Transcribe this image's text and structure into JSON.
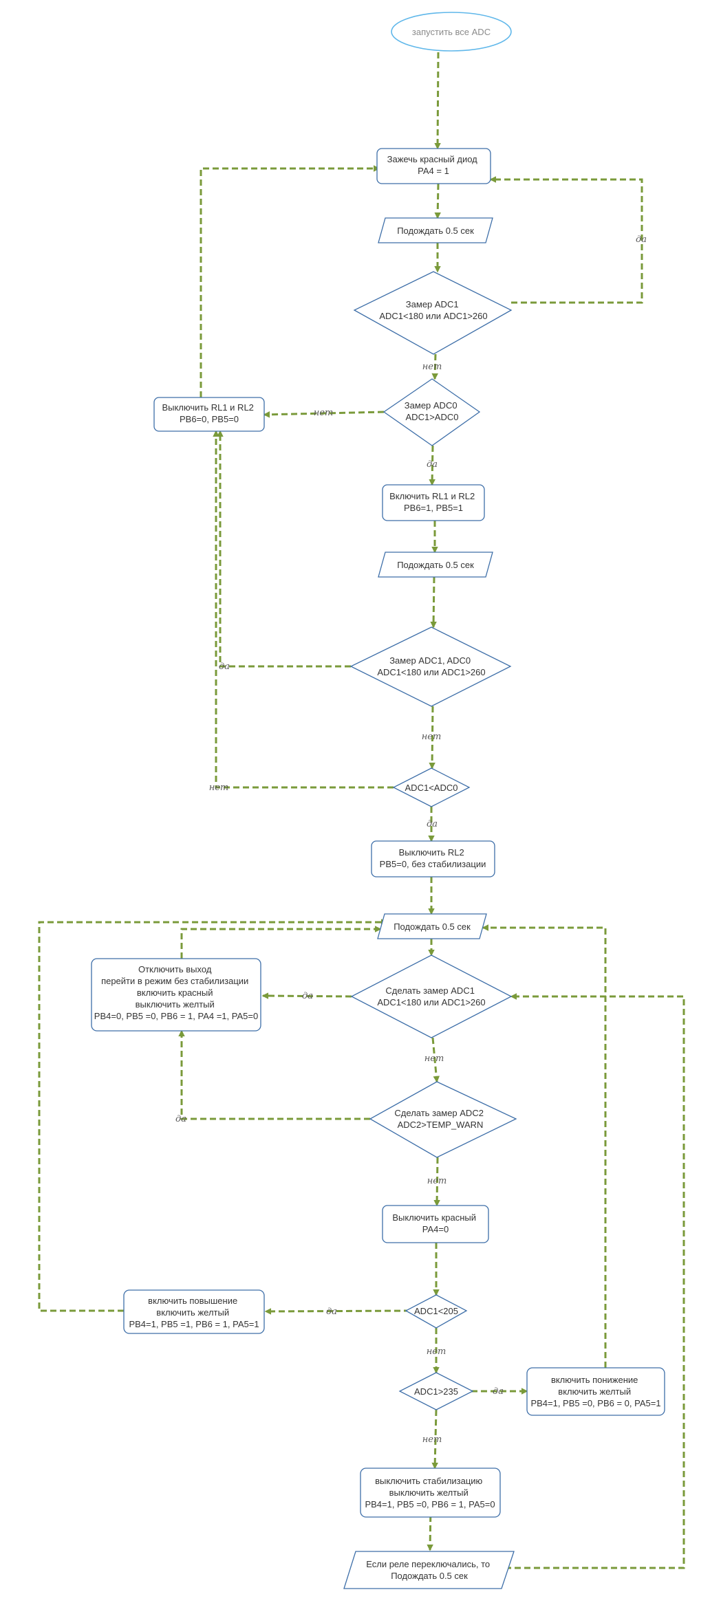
{
  "nodes": {
    "start": [
      "запустить все ADC"
    ],
    "red_on": [
      "Зажечь красный диод",
      "PA4 = 1"
    ],
    "wait1": [
      "Подождать 0.5 сек"
    ],
    "measure_adc1": [
      "Замер ADC1",
      "ADC1<180 или ADC1>260"
    ],
    "measure_adc0": [
      "Замер ADC0",
      "ADC1>ADC0"
    ],
    "rl_off": [
      "Выключить RL1 и RL2",
      "PB6=0, PB5=0"
    ],
    "rl_on": [
      "Включить RL1 и RL2",
      "PB6=1, PB5=1"
    ],
    "wait2": [
      "Подождать 0.5 сек"
    ],
    "measure_adc1_adc0": [
      "Замер ADC1, ADC0",
      "ADC1<180 или ADC1>260"
    ],
    "cmp_adc1_adc0": [
      "ADC1<ADC0"
    ],
    "rl2_off": [
      "Выключить RL2",
      "PB5=0, без стабилизации"
    ],
    "wait3": [
      "Подождать 0.5 сек"
    ],
    "measure_adc1_b": [
      "Сделать замер ADC1",
      "ADC1<180 или ADC1>260"
    ],
    "disable_out": [
      "Отключить выход",
      "перейти в режим без стабилизации",
      "включить красный",
      "выключить желтый",
      "PB4=0, PB5 =0, PB6 = 1, PA4 =1, PA5=0"
    ],
    "measure_adc2": [
      "Сделать замер ADC2",
      "ADC2>TEMP_WARN"
    ],
    "red_off": [
      "Выключить красный",
      "PA4=0"
    ],
    "cmp205": [
      "ADC1<205"
    ],
    "boost_on": [
      "включить повышение",
      "включить желтый",
      "PB4=1, PB5 =1, PB6 = 1, PA5=1"
    ],
    "cmp235": [
      "ADC1>235"
    ],
    "buck_on": [
      "включить понижение",
      "включить желтый",
      "PB4=1, PB5 =0, PB6 = 0, PA5=1"
    ],
    "stab_off": [
      "выключить стабилизацию",
      "выключить желтый",
      "PB4=1, PB5 =0, PB6 = 1, PA5=0"
    ],
    "final_wait": [
      "Если реле переключались, то",
      "Подождать 0.5 сек"
    ]
  },
  "edge_labels": {
    "yes": "да",
    "no": "нет"
  },
  "colors": {
    "node_border": "#3d6ea8",
    "start_border": "#5fb7ea",
    "arrow": "#7a9a3a",
    "text": "#333333"
  }
}
